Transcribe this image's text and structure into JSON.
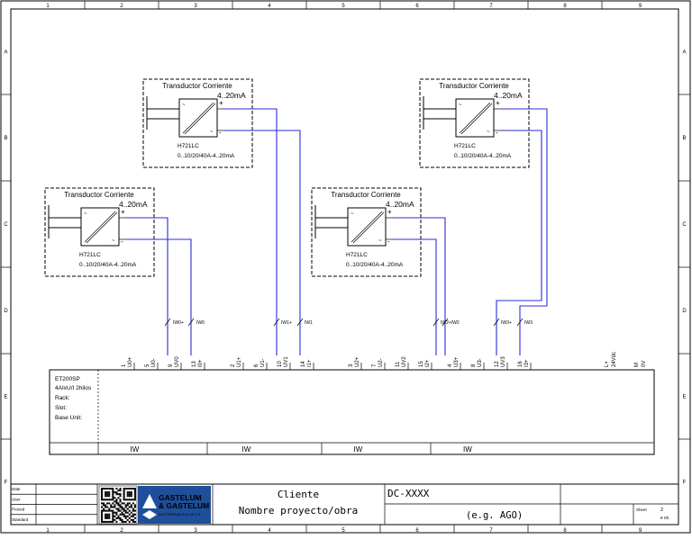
{
  "frame": {
    "columns": [
      "1",
      "2",
      "3",
      "4",
      "5",
      "6",
      "7",
      "8",
      "9"
    ],
    "rows": [
      "A",
      "B",
      "C",
      "D",
      "E",
      "F"
    ]
  },
  "transducers": [
    {
      "title": "Transductor Corriente",
      "output": "4..20mA",
      "model": "H721LC",
      "range": "0..10/20/40A-4..20mA",
      "plus": "+",
      "minus": "-",
      "tilde": "~"
    },
    {
      "title": "Transductor Corriente",
      "output": "4..20mA",
      "model": "H721LC",
      "range": "0..10/20/40A-4..20mA",
      "plus": "+",
      "minus": "-",
      "tilde": "~"
    },
    {
      "title": "Transductor Corriente",
      "output": "4..20mA",
      "model": "H721LC",
      "range": "0..10/20/40A-4..20mA",
      "plus": "+",
      "minus": "-",
      "tilde": "~"
    },
    {
      "title": "Transductor Corriente",
      "output": "4..20mA",
      "model": "H721LC",
      "range": "0..10/20/40A-4..20mA",
      "plus": "+",
      "minus": "-",
      "tilde": "~"
    }
  ],
  "wire_labels": [
    "IW0+",
    "IW0",
    "IW1+",
    "IW1",
    "IW2+IW2",
    "IW3+",
    "IW3"
  ],
  "module": {
    "name": "ET200SP",
    "lines": [
      "4AIxU/I 2hilos",
      "Rack:",
      "Slot:",
      "Base Unit:"
    ],
    "channel_labels": [
      "IW",
      "IW",
      "IW",
      "IW"
    ],
    "terminals": [
      [
        "1",
        "U0+",
        "5",
        "U0-",
        "9",
        "UV0",
        "13",
        "I0+"
      ],
      [
        "2",
        "U1+",
        "6",
        "U1-",
        "10",
        "UV1",
        "14",
        "I1+"
      ],
      [
        "3",
        "U2+",
        "7",
        "U2-",
        "11",
        "UV2",
        "15",
        "I2+"
      ],
      [
        "4",
        "U3+",
        "8",
        "U3-",
        "12",
        "UV3",
        "16",
        "I3+"
      ]
    ],
    "supply": [
      "L+",
      "24Vdc",
      "M",
      "0V"
    ]
  },
  "title_block": {
    "row_labels": [
      "Date",
      "User",
      "Proved",
      "Standard"
    ],
    "logo_line1": "GASTELUM",
    "logo_line2": "& GASTELUM",
    "logo_sub": "ELECTRICIDAD S.A. DE C.V.",
    "client": "Cliente",
    "project": "Nombre proyecto/obra",
    "drawing_no": "DC-XXXX",
    "eg": "(e.g. AGO)",
    "sheet_label": "Sheet",
    "sheet_no": "2",
    "sheets_total": "8 Sh."
  }
}
